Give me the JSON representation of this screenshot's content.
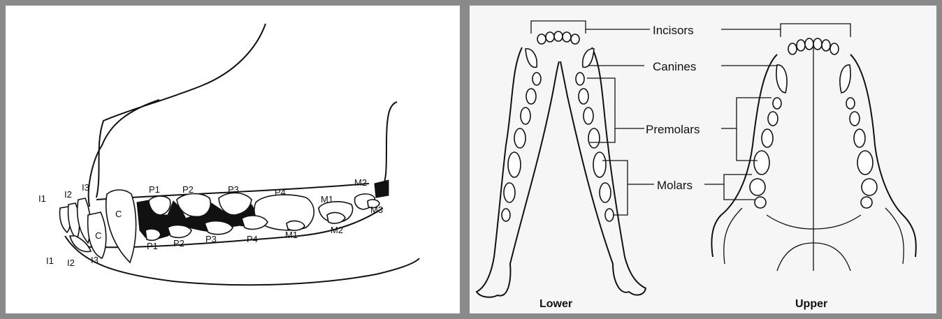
{
  "left_diagram": {
    "upper_labels": {
      "I1": "I1",
      "I2": "I2",
      "I3": "I3",
      "C": "C",
      "P1": "P1",
      "P2": "P2",
      "P3": "P3",
      "P4": "P4",
      "M1": "M1",
      "M2": "M2"
    },
    "lower_labels": {
      "I1": "I1",
      "I2": "I2",
      "I3": "I3",
      "C": "C",
      "P1": "P1",
      "P2": "P2",
      "P3": "P3",
      "P4": "P4",
      "M1": "M1",
      "M2": "M2",
      "M3": "M3"
    }
  },
  "right_diagram": {
    "labels": {
      "incisors": "Incisors",
      "canines": "Canines",
      "premolars": "Premolars",
      "molars": "Molars"
    },
    "captions": {
      "lower": "Lower",
      "upper": "Upper"
    }
  }
}
